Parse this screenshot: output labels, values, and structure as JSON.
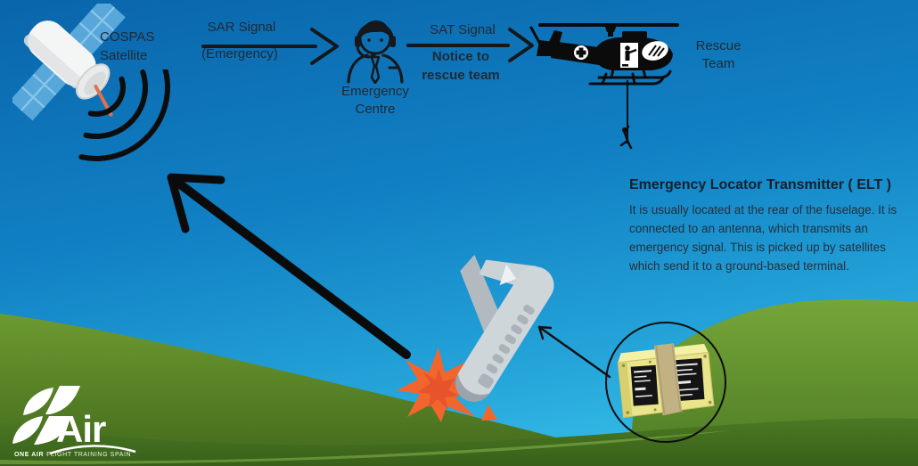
{
  "diagram": {
    "satellite_label": {
      "line1": "COSPAS",
      "line2": "Satellite"
    },
    "sar_arrow": {
      "label_top": "SAR Signal",
      "label_bottom": "(Emergency)"
    },
    "emergency_centre_label": {
      "line1": "Emergency",
      "line2": "Centre"
    },
    "sat_arrow": {
      "label_top": "SAT Signal",
      "note_line1": "Notice to",
      "note_line2": "rescue team"
    },
    "rescue_team_label": {
      "line1": "Rescue",
      "line2": "Team"
    }
  },
  "elt_info": {
    "title": "Emergency Locator Transmitter ( ELT )",
    "body": "It is usually located at the rear of the fuselage. It is connected to an antenna, which transmits an emergency signal. This is picked up by satellites which send it to a ground-based terminal."
  },
  "logo": {
    "brand": "Air",
    "tagline_bold": "ONE AIR",
    "tagline_rest": "FLIGHT TRAINING SPAIN"
  },
  "icons": {
    "satellite": "cospas-sarsat-satellite",
    "radio_waves": "signal-waves",
    "emergency_centre": "operator-with-headset",
    "helicopter": "rescue-helicopter-with-rope",
    "plane": "crashed-airplane",
    "explosion": "crash-explosion",
    "elt_device": "yellow-elt-transmitter-box",
    "big_arrow": "distress-signal-arrow",
    "pointer_arrow": "elt-location-pointer"
  },
  "colors": {
    "sky_top": "#0a65ab",
    "sky_bottom": "#3ec9ee",
    "hill_light": "#71a134",
    "hill_dark": "#446e1d",
    "ink": "#101418",
    "text": "#1e2a36",
    "explosion_orange": "#f2662e",
    "elt_yellow": "#ebe68c",
    "panel_blue": "#57a7da",
    "needle_orange": "#e0714e"
  }
}
